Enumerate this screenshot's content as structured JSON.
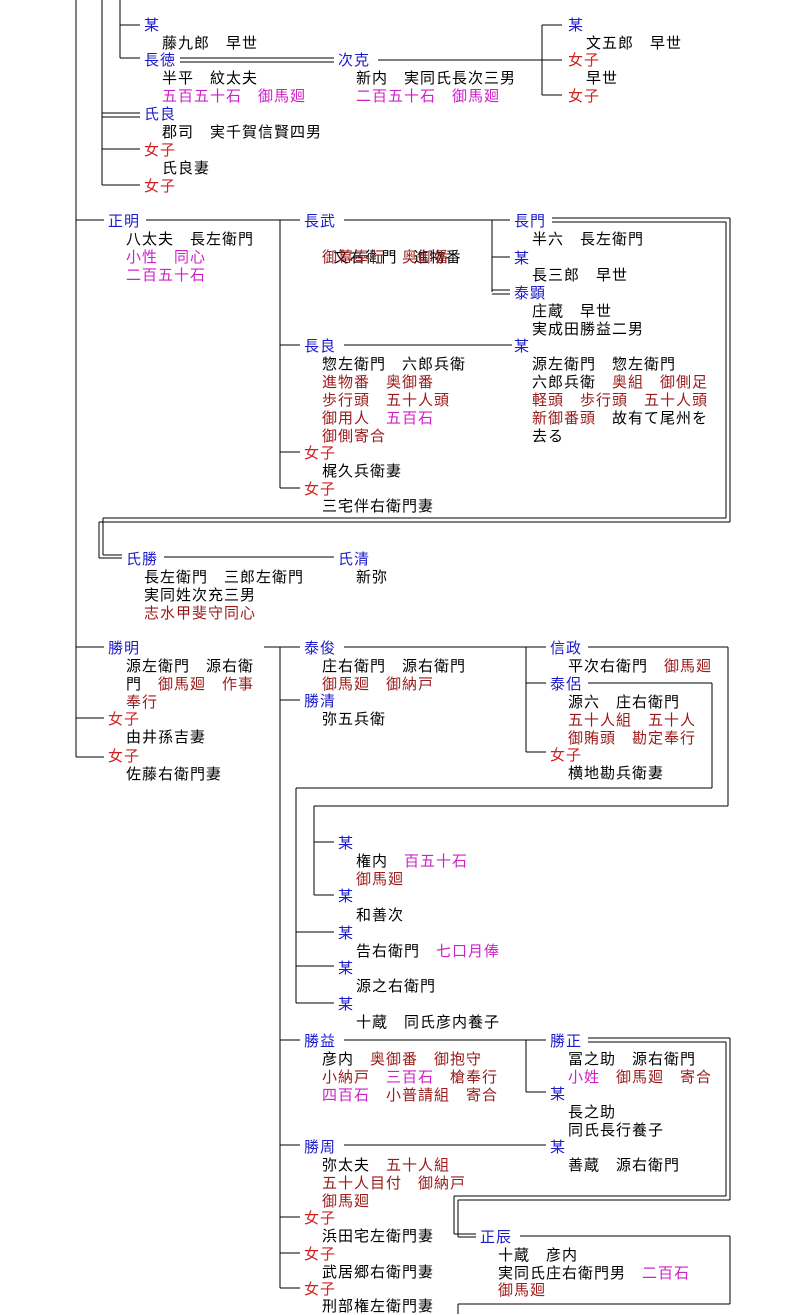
{
  "texts": {
    "t1": "某",
    "t2": "藤九郎　早世",
    "t3": "長徳",
    "t4": "半平　紋太夫",
    "t5": "五百五十石　御馬廻",
    "t6": "次克",
    "t7": "新内　実同氏長次三男",
    "t8": "二百五十石　御馬廻",
    "t9": "某",
    "t10": "文五郎　早世",
    "t11": "女子",
    "t12": "早世",
    "t13": "女子",
    "t14": "氏良",
    "t15": "郡司　実千賀信賢四男",
    "t16": "女子",
    "t17": "氏良妻",
    "t18": "女子",
    "t19": "正明",
    "t20": "八太夫　長左衛門",
    "t21": "小性　同心",
    "t22": "二百五十石",
    "t23": "長武",
    "t24": "文右衛門　進物番",
    "t25": "御幕奉行　奥御番",
    "t26": "長門",
    "t27": "半六　長左衛門",
    "t28": "某",
    "t29": "長三郎　早世",
    "t30": "泰顕",
    "t31": "庄蔵　早世",
    "t32": "実成田勝益二男",
    "t33": "長良",
    "t34": "惣左衛門　六郎兵衛",
    "t35": "進物番　奥御番",
    "t36": "歩行頭　五十人頭",
    "t37": "御用人　",
    "t37b": "五百石",
    "t38": "御側寄合",
    "t39": "某",
    "t40": "源左衛門　惣左衛門",
    "t41a": "六郎兵衛　",
    "t41b": "奥組　御側足",
    "t42": "軽頭　歩行頭　五十人頭",
    "t43a": "新御番頭",
    "t43b": "　故有て尾州を",
    "t44": "去る",
    "t45": "女子",
    "t46": "梶久兵衛妻",
    "t47": "女子",
    "t48": "三宅伴右衛門妻",
    "t49": "氏勝",
    "t50": "長左衛門　三郎左衛門",
    "t51": "実同姓次充三男",
    "t52": "志水甲斐守同心",
    "t53": "氏清",
    "t54": "新弥",
    "t55": "勝明",
    "t56a": "源左衛門　源右衛",
    "t57a": "門　",
    "t57b": "御馬廻　作事",
    "t58": "奉行",
    "t59": "女子",
    "t60": "由井孫吉妻",
    "t61": "女子",
    "t62": "佐藤右衛門妻",
    "t63": "泰俊",
    "t64": "庄右衛門　源右衛門",
    "t65": "御馬廻　御納戸",
    "t66": "勝清",
    "t67": "弥五兵衛",
    "t68": "信政",
    "t69a": "平次右衛門　",
    "t69b": "御馬廻",
    "t70": "泰侶",
    "t71": "源六　庄右衛門",
    "t72": "五十人組　五十人",
    "t73": "御賄頭　勘定奉行",
    "t74": "女子",
    "t75": "横地勘兵衛妻",
    "t76": "某",
    "t77a": "権内　",
    "t77b": "百五十石",
    "t78": "御馬廻",
    "t79": "某",
    "t80": "和善次",
    "t81": "某",
    "t82a": "告右衛門　",
    "t82b": "七口月俸",
    "t83": "某",
    "t84": "源之右衛門",
    "t85": "某",
    "t86": "十蔵　同氏彦内養子",
    "t87": "勝益",
    "t88a": "彦内　",
    "t88b": "奥御番　御抱守",
    "t89a": "小納戸　",
    "t89b": "三百石",
    "t89c": "　槍奉行",
    "t90a": "四百石",
    "t90b": "　小普請組　寄合",
    "t91": "勝正",
    "t92": "冨之助　源右衛門",
    "t93a": "小姓",
    "t93b": "　御馬廻　寄合",
    "t94": "某",
    "t95": "長之助",
    "t96": "同氏長行養子",
    "t97": "勝周",
    "t98a": "弥太夫　",
    "t98b": "五十人組",
    "t99": "五十人目付　御納戸",
    "t100": "御馬廻",
    "t101": "某",
    "t102": "善蔵　源右衛門",
    "t103": "女子",
    "t104": "浜田宅左衛門妻",
    "t105": "正辰",
    "t106": "十蔵　彦内",
    "t107a": "実同氏庄右衛門男　",
    "t107b": "二百石",
    "t108": "御馬廻",
    "t109": "女子",
    "t110": "武居郷右衛門妻",
    "t111": "女子",
    "t112": "刑部権左衛門妻"
  },
  "colors": {
    "name": "#1b1bcc",
    "female": "#d42020",
    "office": "#9a1a1a",
    "stipend": "#d020c8",
    "line": "#000000"
  }
}
